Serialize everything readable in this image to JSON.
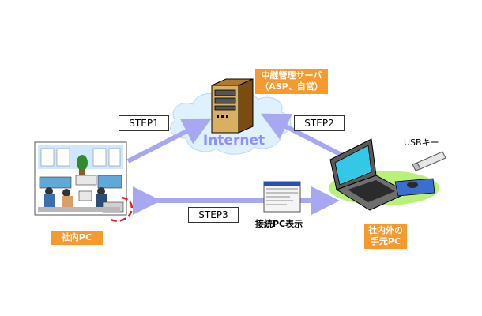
{
  "server": {
    "label_line1": "中継管理サーバ",
    "label_line2": "（ASP、自営）"
  },
  "cloud": {
    "label": "Internet"
  },
  "steps": {
    "step1": "STEP1",
    "step2": "STEP2",
    "step3": "STEP3"
  },
  "office_pc": {
    "label": "社内PC"
  },
  "remote_pc": {
    "label_line1": "社内外の",
    "label_line2": "手元PC"
  },
  "usb": {
    "label": "USBキー"
  },
  "connection_window": {
    "label": "接続PC表示"
  },
  "colors": {
    "arrow": "#a8a8f2",
    "tag": "#f79a2e",
    "cloud": "#dff1ff",
    "cloud_text": "#8f8fff",
    "highlight": "#e02020"
  },
  "icons": [
    "server-icon",
    "internet-cloud",
    "office-scene-illustration",
    "laptop-pc-icon",
    "usb-key-icon",
    "window-screenshot-icon"
  ]
}
